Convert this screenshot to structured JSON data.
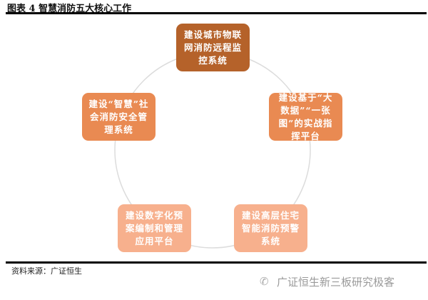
{
  "title": "图表 4 智慧消防五大核心工作",
  "nodes": [
    {
      "label": "建设城市物联网消防远程监控系统",
      "color": "#b5622a"
    },
    {
      "label": "建设基于“大数据”“一张图”的实战指挥平台",
      "color": "#e98a52"
    },
    {
      "label": "建设高层住宅智能消防预警系统",
      "color": "#f7b08d"
    },
    {
      "label": "建设数字化预案编制和管理应用平台",
      "color": "#f7b08d"
    },
    {
      "label": "建设“智慧”社会消防安全管理系统",
      "color": "#e98a52"
    }
  ],
  "source": "资料来源：广证恒生",
  "watermark": "广证恒生新三板研究极客",
  "icons": {
    "watermark": "wechat-icon"
  }
}
